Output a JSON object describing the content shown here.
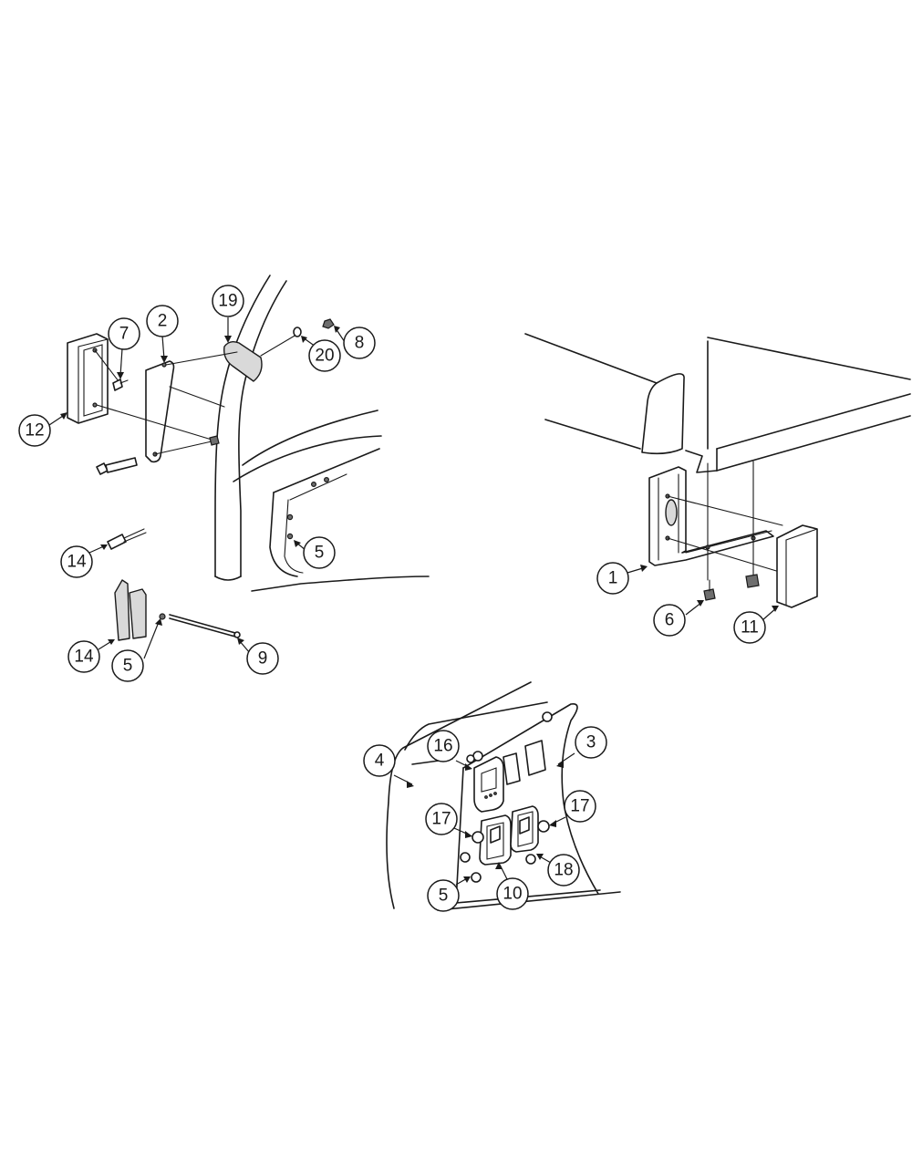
{
  "callouts": [
    {
      "id": "c1",
      "label": "1"
    },
    {
      "id": "c2",
      "label": "2"
    },
    {
      "id": "c3",
      "label": "3"
    },
    {
      "id": "c4",
      "label": "4"
    },
    {
      "id": "c5a",
      "label": "5"
    },
    {
      "id": "c5b",
      "label": "5"
    },
    {
      "id": "c5c",
      "label": "5"
    },
    {
      "id": "c6",
      "label": "6"
    },
    {
      "id": "c7",
      "label": "7"
    },
    {
      "id": "c8",
      "label": "8"
    },
    {
      "id": "c9",
      "label": "9"
    },
    {
      "id": "c10",
      "label": "10"
    },
    {
      "id": "c11",
      "label": "11"
    },
    {
      "id": "c12",
      "label": "12"
    },
    {
      "id": "c14a",
      "label": "14"
    },
    {
      "id": "c14b",
      "label": "14"
    },
    {
      "id": "c16",
      "label": "16"
    },
    {
      "id": "c17a",
      "label": "17"
    },
    {
      "id": "c17b",
      "label": "17"
    },
    {
      "id": "c18",
      "label": "18"
    },
    {
      "id": "c19",
      "label": "19"
    },
    {
      "id": "c20",
      "label": "20"
    }
  ],
  "colors": {
    "line": "#1a1a1a",
    "background": "#ffffff",
    "shade": "#d9d9d9"
  }
}
